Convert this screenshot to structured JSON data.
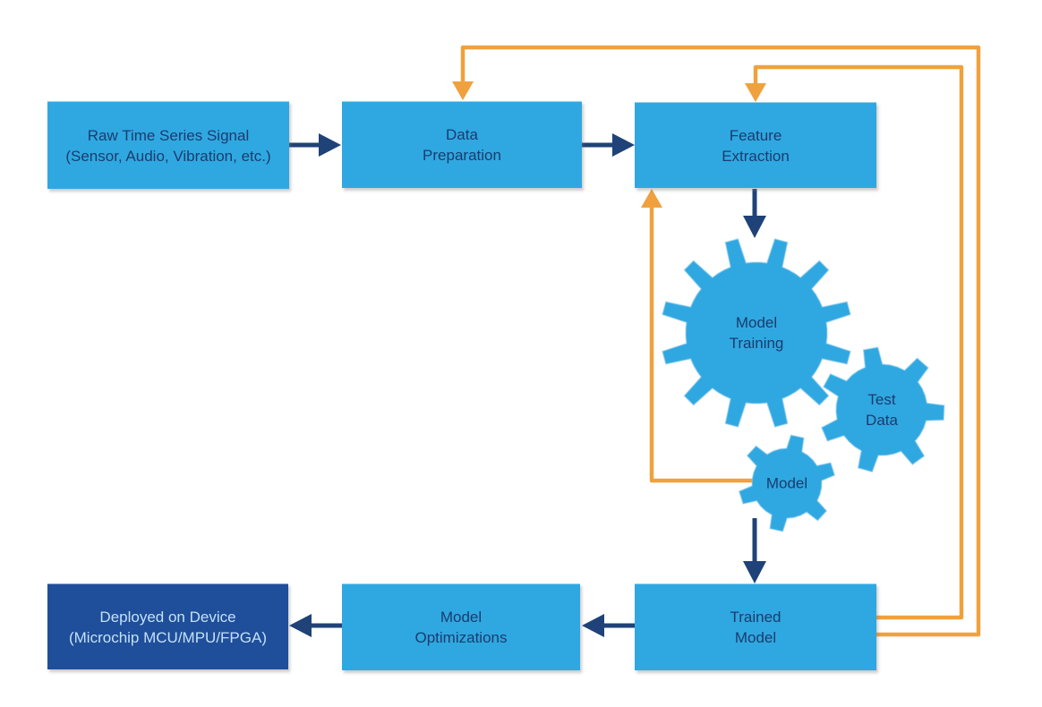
{
  "diagram": {
    "boxes": {
      "raw_signal": {
        "line1": "Raw Time Series Signal",
        "line2": "(Sensor, Audio, Vibration, etc.)"
      },
      "data_preparation": {
        "line1": "Data",
        "line2": "Preparation"
      },
      "feature_extraction": {
        "line1": "Feature",
        "line2": "Extraction"
      },
      "trained_model": {
        "line1": "Trained",
        "line2": "Model"
      },
      "model_optimizations": {
        "line1": "Model",
        "line2": "Optimizations"
      },
      "deployed": {
        "line1": "Deployed on Device",
        "line2": "(Microchip MCU/MPU/FPGA)"
      }
    },
    "gears": {
      "model_training": {
        "line1": "Model",
        "line2": "Training"
      },
      "test_data": {
        "line1": "Test",
        "line2": "Data"
      },
      "model": {
        "line1": "Model",
        "line2": ""
      }
    },
    "edges": [
      {
        "from": "raw_signal",
        "to": "data_preparation",
        "color": "navy"
      },
      {
        "from": "data_preparation",
        "to": "feature_extraction",
        "color": "navy"
      },
      {
        "from": "feature_extraction",
        "to": "model_training",
        "color": "navy"
      },
      {
        "from": "model",
        "to": "trained_model",
        "color": "navy"
      },
      {
        "from": "trained_model",
        "to": "model_optimizations",
        "color": "navy"
      },
      {
        "from": "model_optimizations",
        "to": "deployed",
        "color": "navy"
      },
      {
        "from": "trained_model",
        "to": "feature_extraction",
        "color": "orange"
      },
      {
        "from": "trained_model",
        "to": "data_preparation",
        "color": "orange"
      },
      {
        "from": "model",
        "to": "feature_extraction",
        "color": "orange"
      }
    ],
    "colors": {
      "box_fill": "#2fa8e1",
      "box_text": "#1b3c6e",
      "dark_box_fill": "#1f4e9a",
      "dark_box_text": "#c3e1f6",
      "arrow_navy": "#1f4278",
      "arrow_orange": "#f0a13e",
      "bg": "#ffffff"
    }
  }
}
